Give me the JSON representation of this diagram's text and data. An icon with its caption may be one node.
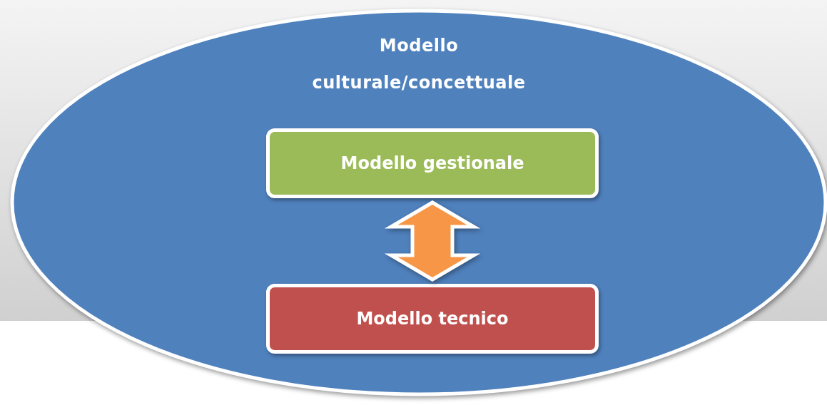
{
  "diagram": {
    "nodes": [
      {
        "text": [
          "Modello culturale/concettuale"
        ]
      },
      {
        "text": [
          "Modello gestionale"
        ],
        "in": 0
      },
      {
        "text": [
          "Modello tecnico"
        ],
        "in": 0
      }
    ],
    "edges": [
      {
        "from": 1,
        "to": 2,
        "arrow": "both"
      }
    ]
  }
}
